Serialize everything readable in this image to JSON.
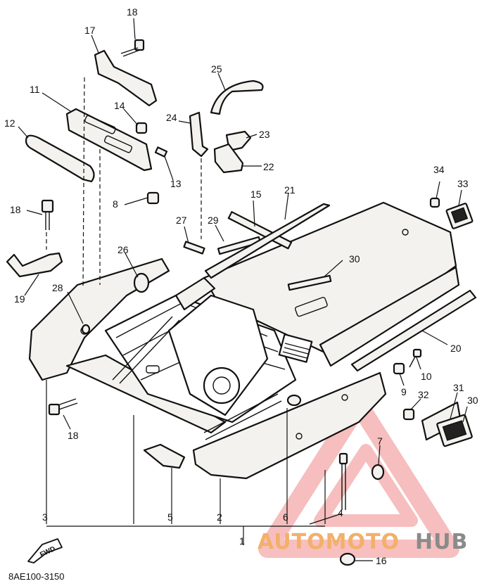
{
  "diagram": {
    "drawing_code": "8AE100-3150",
    "forward_label": "FWD",
    "callouts": {
      "p1": "1",
      "p2": "2",
      "p3": "3",
      "p4": "4",
      "p5": "5",
      "p6": "6",
      "p7": "7",
      "p8": "8",
      "p9": "9",
      "p10": "10",
      "p11": "11",
      "p12": "12",
      "p13": "13",
      "p14": "14",
      "p15": "15",
      "p16": "16",
      "p17": "17",
      "p18a": "18",
      "p18b": "18",
      "p18c": "18",
      "p19": "19",
      "p20": "20",
      "p21": "21",
      "p22": "22",
      "p23": "23",
      "p24": "24",
      "p25": "25",
      "p26": "26",
      "p27": "27",
      "p28": "28",
      "p29": "29",
      "p30a": "30",
      "p30b": "30",
      "p31": "31",
      "p32": "32",
      "p33": "33",
      "p34": "34"
    }
  },
  "watermark": {
    "text_part1": "AUTOMOTO",
    "text_part2": "HUB",
    "accent_color": "#f08a8a",
    "logo": "warning-triangle"
  }
}
